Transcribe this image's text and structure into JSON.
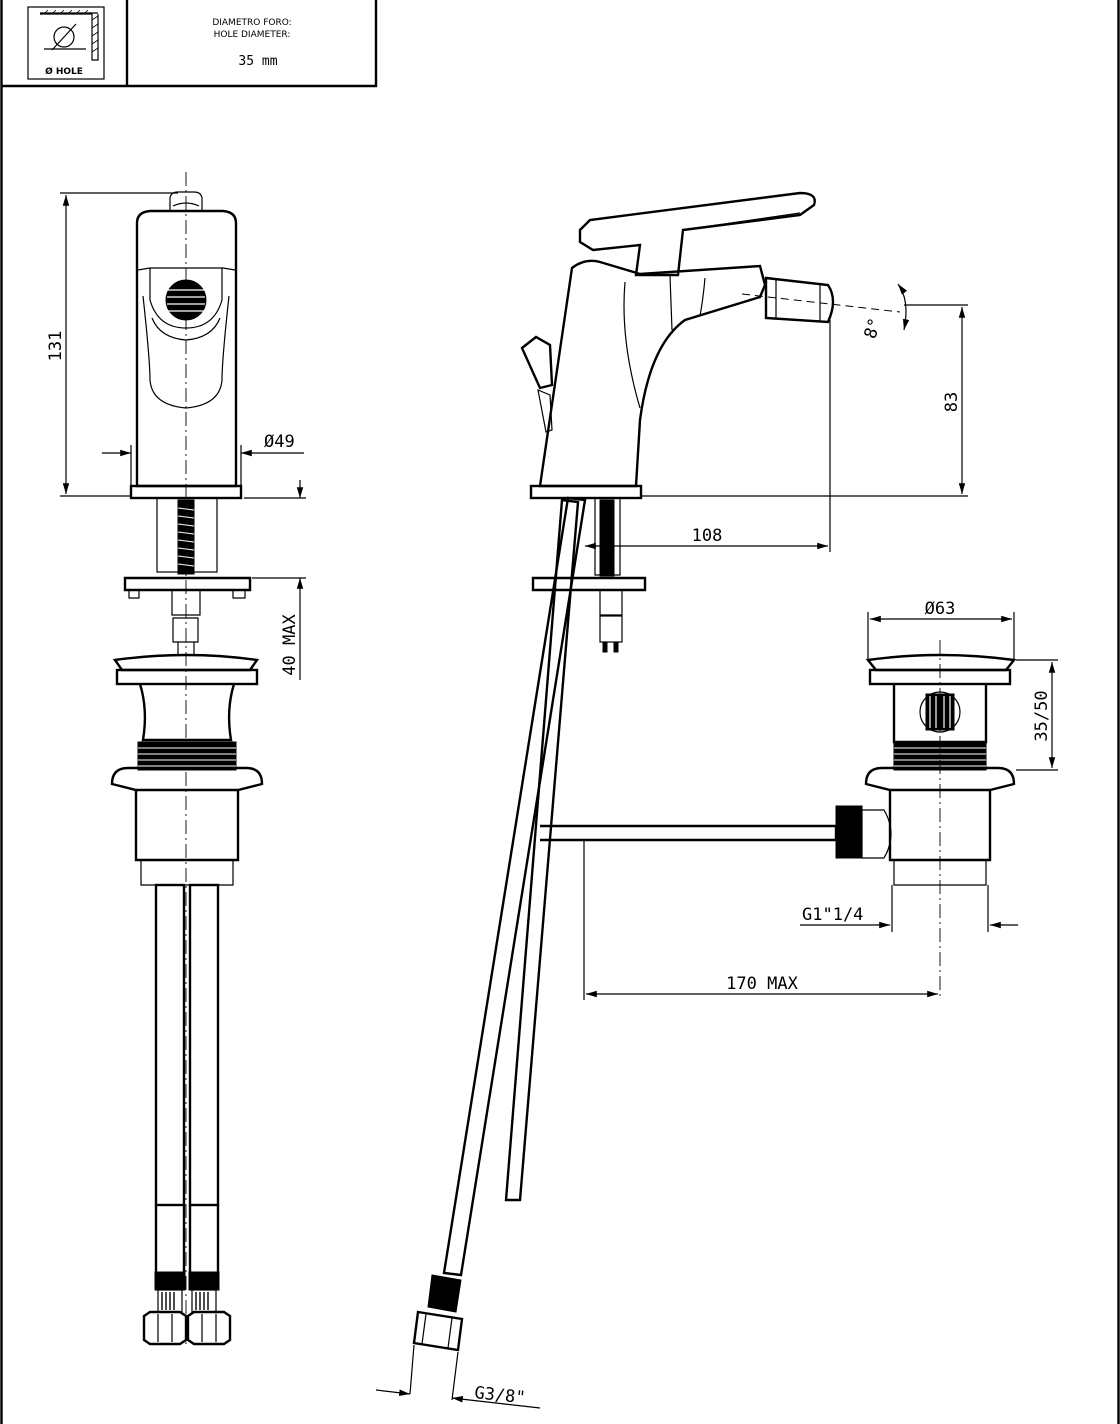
{
  "title_block": {
    "label_it": "DIAMETRO FORO:",
    "label_en": "HOLE DIAMETER:",
    "value": "35 mm",
    "icon_caption": "Ø HOLE",
    "icon_symbol": "Ø"
  },
  "dimensions": {
    "height_total": "131",
    "base_diameter": "Ø49",
    "deck_max": "40 MAX",
    "spout_height": "83",
    "spout_angle": "8°",
    "spout_reach": "108",
    "waste_diameter": "Ø63",
    "waste_height": "35/50",
    "waste_thread": "G1\"1/4",
    "rod_length": "170 MAX",
    "hose_thread": "G3/8\""
  }
}
